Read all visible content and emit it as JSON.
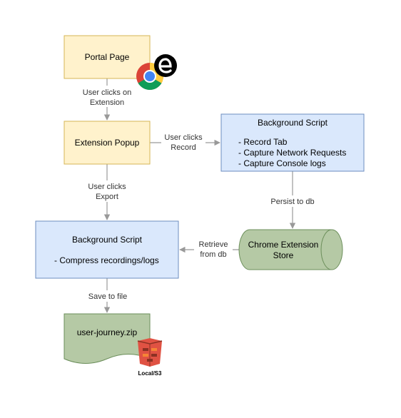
{
  "colors": {
    "yellow_fill": "#fff2cc",
    "yellow_stroke": "#d6b656",
    "blue_fill": "#dae8fc",
    "blue_stroke": "#6c8ebf",
    "green_fill": "#b5c9a5",
    "green_stroke": "#6b8e5a",
    "edge": "#999999",
    "s3_red": "#e05243"
  },
  "nodes": {
    "portal_page": {
      "label": "Portal Page"
    },
    "extension_popup": {
      "label": "Extension Popup"
    },
    "background_record": {
      "title": "Background Script",
      "items": [
        "- Record Tab",
        "- Capture Network Requests",
        "- Capture Console logs"
      ]
    },
    "background_compress": {
      "title": "Background Script",
      "items": [
        "- Compress recordings/logs"
      ]
    },
    "store": {
      "lines": [
        "Chrome Extension",
        "Store"
      ]
    },
    "zip": {
      "label": "user-journey.zip"
    }
  },
  "edges": {
    "portal_to_popup": [
      "User clicks on",
      "Extension"
    ],
    "popup_to_record": [
      "User clicks",
      "Record"
    ],
    "popup_to_compress": [
      "User clicks",
      "Export"
    ],
    "record_to_store": [
      "Persist to db"
    ],
    "store_to_compress": [
      "Retrieve",
      "from db"
    ],
    "compress_to_zip": [
      "Save to file"
    ]
  },
  "icons": {
    "chrome": "chrome-logo-icon",
    "edge": "edge-logo-icon",
    "s3": "aws-s3-bucket-icon",
    "s3_caption": "Local/S3"
  }
}
